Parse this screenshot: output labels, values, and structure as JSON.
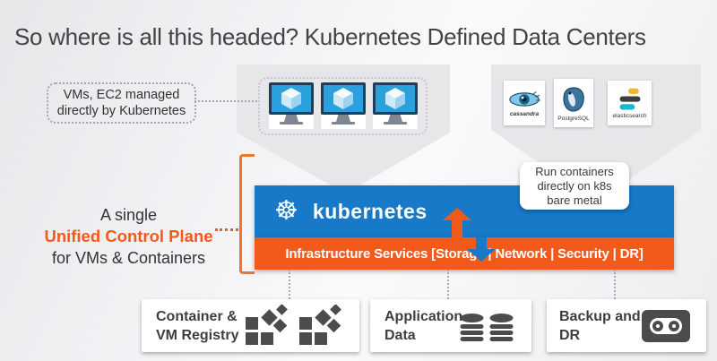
{
  "title": "So where is all this headed? Kubernetes Defined Data Centers",
  "callout_vms": {
    "line1": "VMs, EC2 managed",
    "line2": "directly by Kubernetes"
  },
  "callout_baremetal": {
    "line1": "Run containers",
    "line2": "directly on k8s",
    "line3": "bare metal"
  },
  "control_plane": {
    "line1": "A single",
    "line2": "Unified Control Plane",
    "line3": "for VMs & Containers"
  },
  "k8s_bar": {
    "icon": "kubernetes-helm-icon",
    "label": "kubernetes"
  },
  "infra_bar": {
    "label": "Infrastructure Services [Storage | Network | Security | DR]"
  },
  "vm_monitors": {
    "count": 3,
    "icon": "vm-monitor-cube-icon"
  },
  "db_logos": [
    {
      "icon": "cassandra-eye-icon",
      "label": "cassandra"
    },
    {
      "icon": "postgresql-elephant-icon",
      "label": "PostgreSQL"
    },
    {
      "icon": "elasticsearch-icon",
      "label": "elasticsearch"
    }
  ],
  "bottom_cards": [
    {
      "line1": "Container &",
      "line2": "VM Registry",
      "icon": "registry-squares-icon"
    },
    {
      "line1": "Application",
      "line2": "Data",
      "icon": "database-cylinders-icon"
    },
    {
      "line1": "Backup and",
      "line2": "DR",
      "icon": "tape-cassette-icon"
    }
  ],
  "colors": {
    "kubernetes_blue": "#1779C8",
    "infra_orange": "#F25A1B",
    "bracket_orange": "#EC752F",
    "card_icon_gray": "#4C4C4F",
    "funnel_gray": "#E7E7EA"
  }
}
